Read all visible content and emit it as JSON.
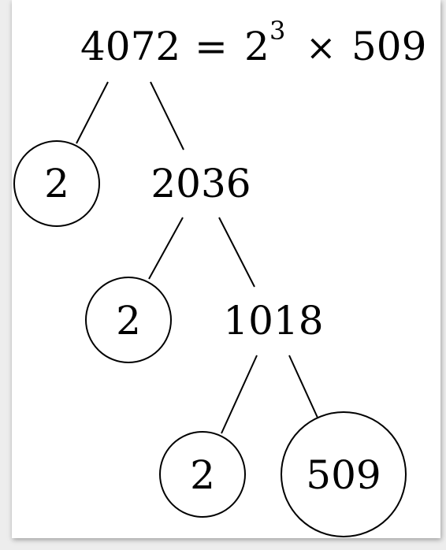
{
  "diagram": {
    "title": {
      "number": "4072",
      "equals": "=",
      "base": "2",
      "exponent": "3",
      "times": "×",
      "factor": "509"
    },
    "nodes": {
      "n2036": "2036",
      "n1018": "1018",
      "p1": "2",
      "p2": "2",
      "p3": "2",
      "p509": "509"
    }
  }
}
